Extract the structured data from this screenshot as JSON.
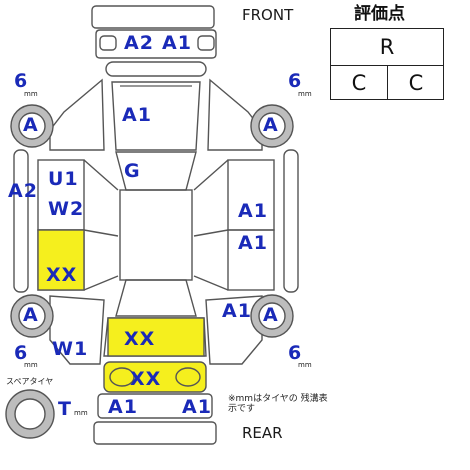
{
  "diagram": {
    "front": "FRONT",
    "rear": "REAR",
    "footnote": "※mmはタイヤの 残溝表示です"
  },
  "grade": {
    "heading": "評価点",
    "overall": "R",
    "exterior": "C",
    "interior": "C"
  },
  "codes": {
    "front_bumper_left": "A2",
    "front_bumper_right": "A1",
    "hood": "A1",
    "roof": "G",
    "left_rocker": "A2",
    "left_front_door_1": "U1",
    "left_front_door_2": "W2",
    "left_rear_door": "XX",
    "right_front_door": "A1",
    "right_rear_door": "A1",
    "right_rear_fender": "A1",
    "left_rear_fender": "W1",
    "trunk": "XX",
    "rear_lower": "XX",
    "rear_bumper_left": "A1",
    "rear_bumper_right": "A1"
  },
  "damage_highlight_color": "#f5ef1e",
  "code_color": "#1a2ab8",
  "tires": {
    "unit": "mm",
    "front_left": {
      "grade": "A",
      "depth": "6"
    },
    "front_right": {
      "grade": "A",
      "depth": "6"
    },
    "rear_left": {
      "grade": "A",
      "depth": "6"
    },
    "rear_right": {
      "grade": "A",
      "depth": "6"
    },
    "spare": {
      "grade": "T",
      "caption": "スペアタイヤ"
    }
  }
}
